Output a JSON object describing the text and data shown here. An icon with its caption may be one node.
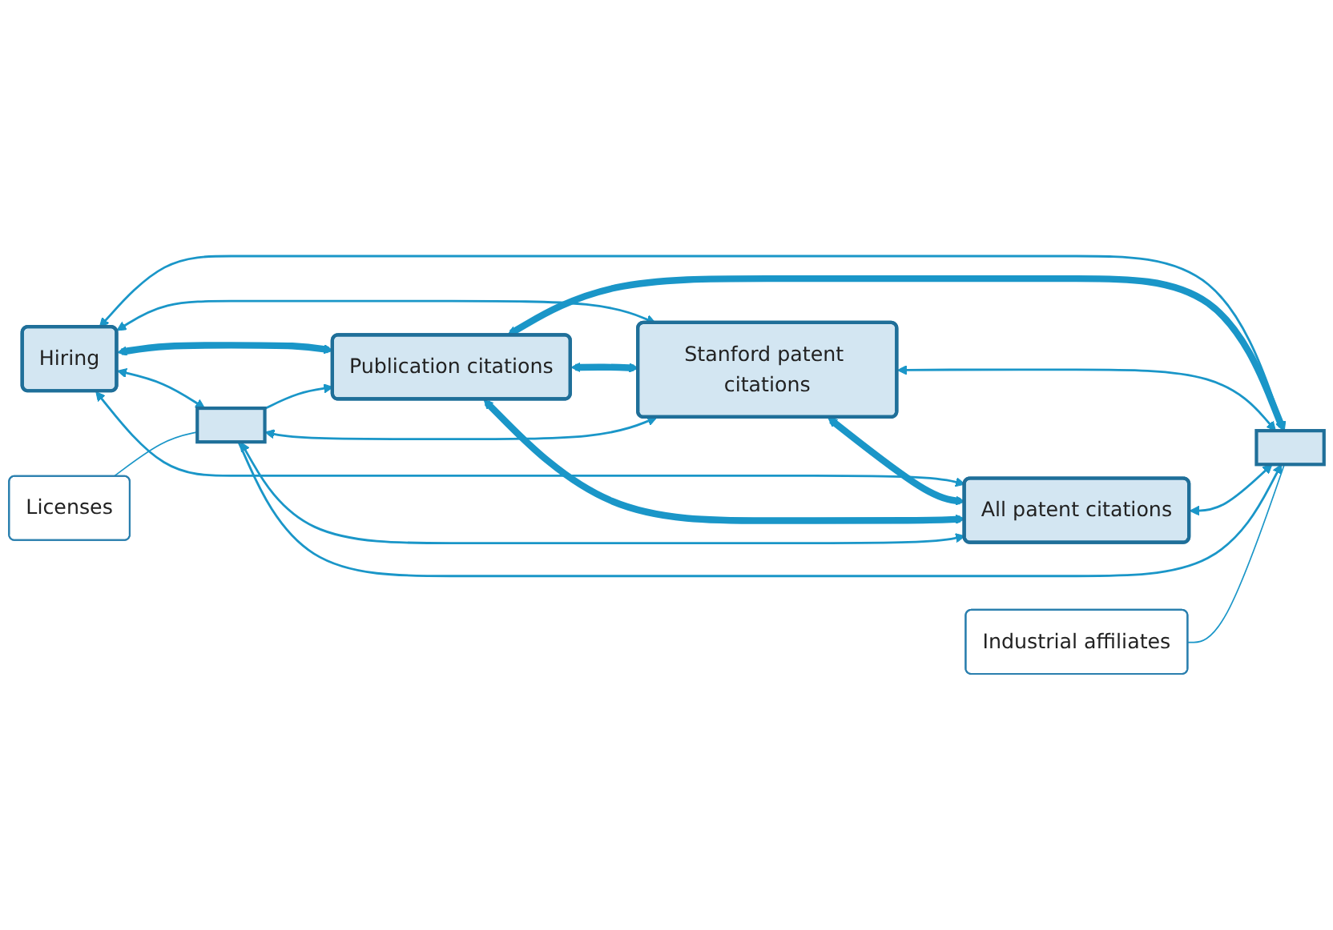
{
  "diagram": {
    "nodes": [
      {
        "text": [
          "Hiring"
        ]
      },
      {
        "text": [
          "Industrial affiliates"
        ]
      },
      {
        "text": [],
        "shape": "box"
      },
      {
        "text": [],
        "shape": "box"
      },
      {
        "text": [
          "Licenses"
        ]
      },
      {
        "text": [
          "Stanford patent citations"
        ]
      },
      {
        "text": [
          "Publication citations"
        ]
      },
      {
        "text": [
          "All patent citations"
        ]
      }
    ],
    "edges": [
      {
        "from": 0,
        "to": 2,
        "arrow": "both"
      },
      {
        "from": 0,
        "to": 3,
        "arrow": "both"
      },
      {
        "from": 0,
        "to": 5,
        "arrow": "both"
      },
      {
        "from": 0,
        "to": 6,
        "arrow": "both",
        "style": "thick"
      },
      {
        "from": 0,
        "to": 7,
        "arrow": "both"
      },
      {
        "from": 6,
        "to": 2,
        "arrow": "both",
        "style": "thick"
      },
      {
        "from": 5,
        "to": 2,
        "arrow": "both"
      },
      {
        "from": 6,
        "to": 5,
        "arrow": "both",
        "style": "thick"
      },
      {
        "from": 3,
        "to": 5,
        "arrow": "both"
      },
      {
        "from": 5,
        "to": 7,
        "arrow": "both",
        "style": "thick"
      },
      {
        "from": 6,
        "to": 7,
        "arrow": "both",
        "style": "thick"
      },
      {
        "from": 3,
        "to": 6,
        "arrow": "to"
      },
      {
        "from": 7,
        "to": 2,
        "arrow": "both"
      },
      {
        "from": 3,
        "to": 7,
        "arrow": "both"
      },
      {
        "from": 3,
        "to": 2,
        "arrow": "to"
      },
      {
        "from": 1,
        "to": 2,
        "arrow": "none"
      },
      {
        "from": 4,
        "to": 3,
        "arrow": "none"
      }
    ]
  }
}
